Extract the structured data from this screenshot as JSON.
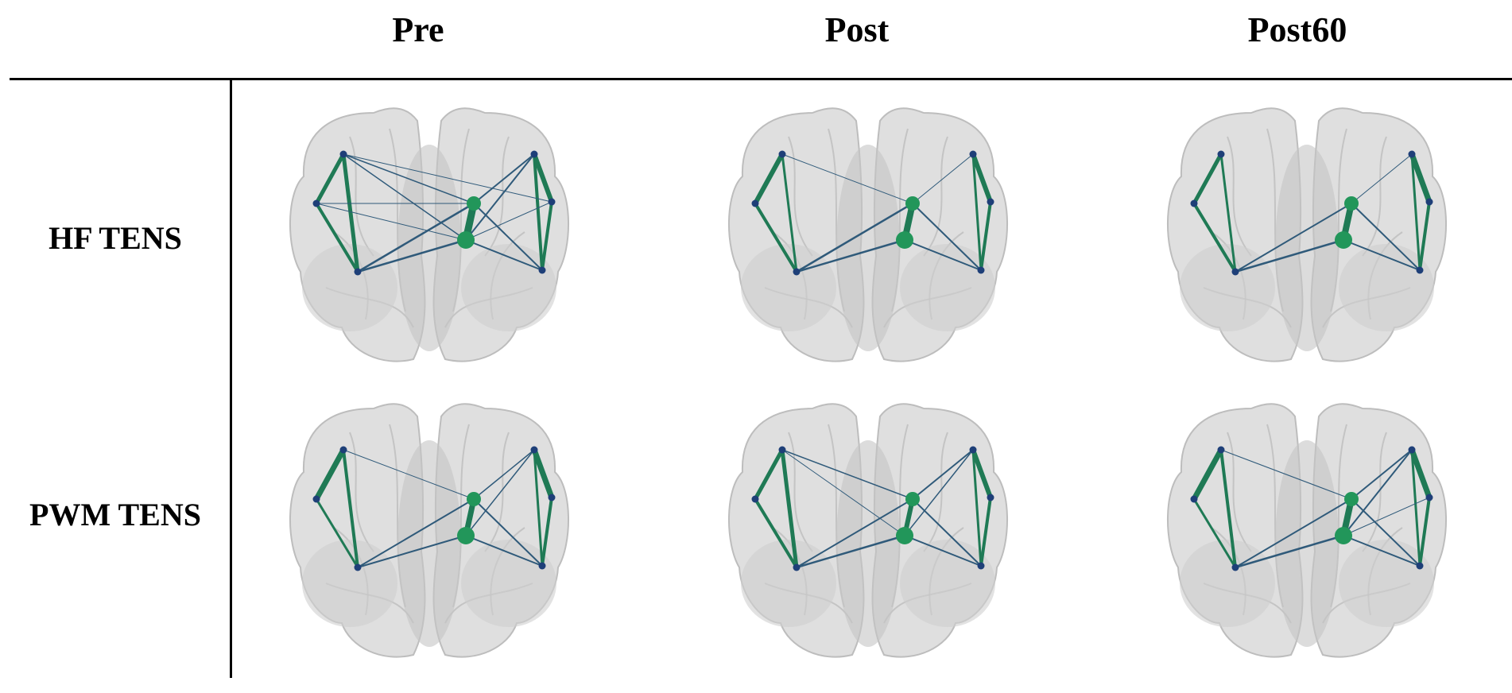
{
  "columns": [
    "Pre",
    "Post",
    "Post60"
  ],
  "rows": [
    "HF TENS",
    "PWM TENS"
  ],
  "colors": {
    "brain_fill": "#d9d9d9",
    "brain_stroke": "#bdbdbd",
    "edge_green": "#1f7a55",
    "edge_blue": "#2f5a7a",
    "node_small": "#1e3f78",
    "node_large": "#22965a"
  },
  "panels": [
    {
      "row": "HF TENS",
      "col": "Pre"
    },
    {
      "row": "HF TENS",
      "col": "Post"
    },
    {
      "row": "HF TENS",
      "col": "Post60"
    },
    {
      "row": "PWM TENS",
      "col": "Pre"
    },
    {
      "row": "PWM TENS",
      "col": "Post"
    },
    {
      "row": "PWM TENS",
      "col": "Post60"
    }
  ]
}
